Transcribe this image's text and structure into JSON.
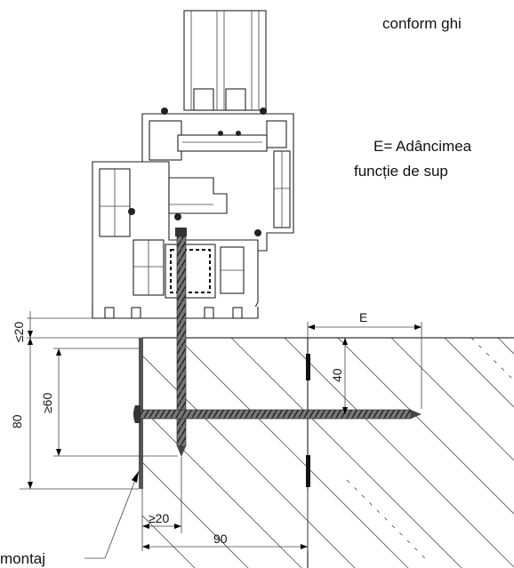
{
  "notes": {
    "top": "conform ghi",
    "depth_line1": "E= Adâncimea",
    "depth_line2": "funcție de sup",
    "bottom_left": "montaj"
  },
  "dimensions": {
    "gap_top": "≤20",
    "height_total": "80",
    "height_min": "≥60",
    "depth_e": "E",
    "offset_40": "40",
    "min_edge": "≥20",
    "width_90": "90"
  }
}
